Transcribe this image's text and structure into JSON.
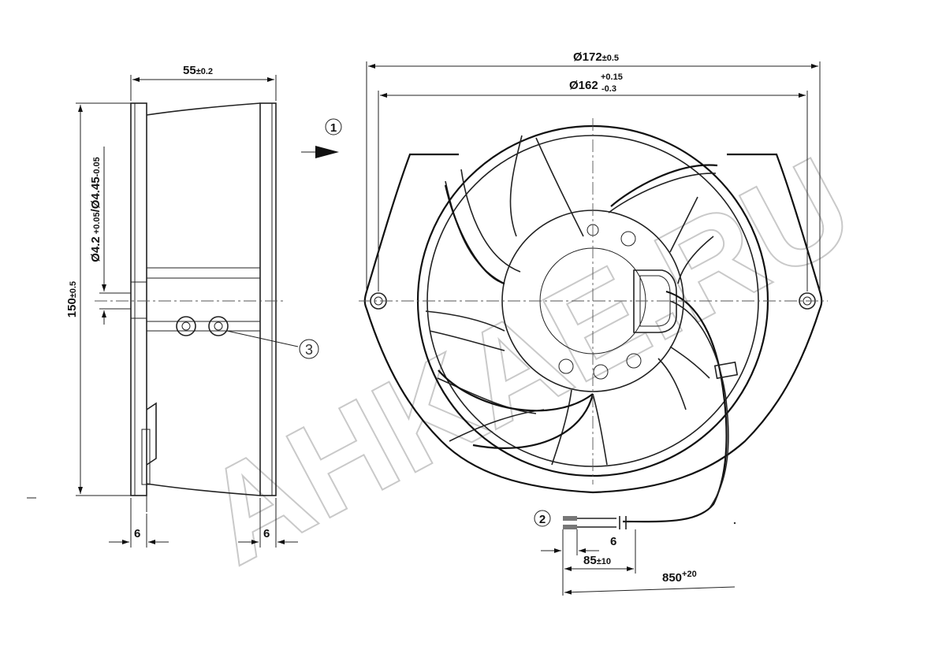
{
  "dimensions": {
    "width_label": "55",
    "width_tol": "±0.2",
    "height_label": "150",
    "height_tol": "±0.5",
    "hole_label": "Ø4.2",
    "hole_tol_a": "+0.05",
    "hole_sep": "/",
    "hole_label_b": "Ø4.45",
    "hole_tol_b": "-0.05",
    "flange_left": "6",
    "flange_right": "6",
    "outer_dia": "Ø172",
    "outer_dia_tol": "±0.5",
    "inner_dia": "Ø162",
    "inner_dia_tol_up": "+0.15",
    "inner_dia_tol_dn": "-0.3",
    "strip_len": "6",
    "lead_end": "85",
    "lead_end_tol": "±10",
    "lead_total": "850",
    "lead_total_tol": "+20"
  },
  "callouts": {
    "airflow": "1",
    "leads": "2",
    "terminals": "3"
  },
  "watermark": {
    "text": "AHKAE.RU"
  }
}
